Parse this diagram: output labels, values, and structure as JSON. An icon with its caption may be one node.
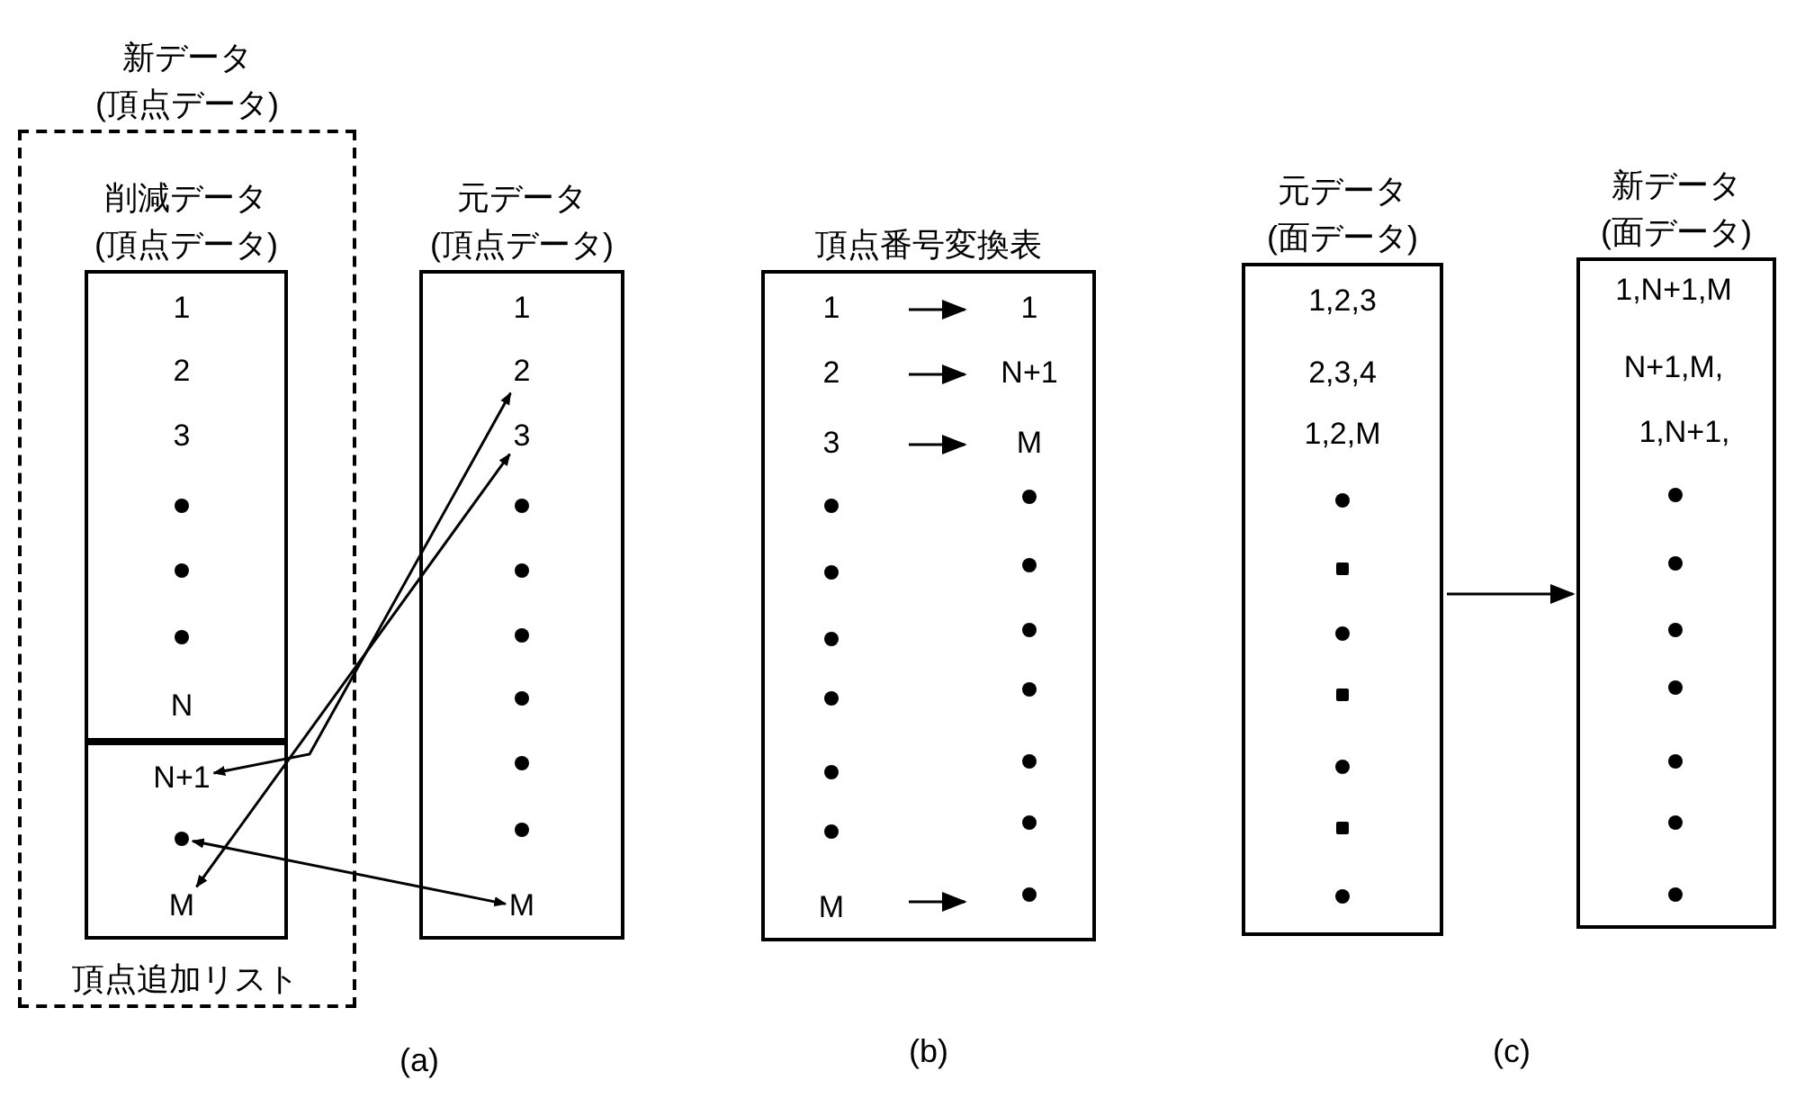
{
  "diagram": {
    "nodes": [
      {
        "text": [
          "新データ (頂点データ)"
        ]
      },
      {
        "text": [
          "削減データ (頂点データ)",
          "1",
          "2",
          "3",
          "N"
        ],
        "in": 0
      },
      {
        "text": [],
        "shape": "box",
        "in": 0,
        "beside": [
          "頂点追加リスト"
        ]
      },
      {
        "text": [
          "N+1"
        ],
        "in": 2
      },
      {
        "text": [],
        "shape": "circle",
        "in": 2
      },
      {
        "text": [
          "M"
        ],
        "in": 2
      },
      {
        "text": [
          "元データ (頂点データ)",
          "1"
        ]
      },
      {
        "text": [
          "2"
        ],
        "in": 6
      },
      {
        "text": [
          "3"
        ],
        "in": 6
      },
      {
        "text": [
          "M"
        ],
        "in": 6
      },
      {
        "text": [
          "頂点番号変換表"
        ]
      },
      {
        "text": [
          "1"
        ],
        "in": 10
      },
      {
        "text": [
          "1"
        ],
        "in": 10
      },
      {
        "text": [
          "2"
        ],
        "in": 10
      },
      {
        "text": [
          "N+1"
        ],
        "in": 10
      },
      {
        "text": [
          "3"
        ],
        "in": 10
      },
      {
        "text": [
          "M"
        ],
        "in": 10
      },
      {
        "text": [
          "M"
        ],
        "in": 10
      },
      {
        "text": [],
        "shape": "circle",
        "in": 10
      },
      {
        "text": [
          "元データ (面データ)",
          "1,2,3",
          "2,3,4",
          "1,2,M"
        ]
      },
      {
        "text": [
          "新データ (面データ)",
          "1,N+1,M",
          "N+1,M,",
          "1,N+1,"
        ]
      }
    ],
    "edges": [
      {
        "from": 7,
        "to": 3,
        "arrow": "both"
      },
      {
        "from": 8,
        "to": 5,
        "arrow": "both"
      },
      {
        "from": 9,
        "to": 4,
        "arrow": "both"
      },
      {
        "from": 11,
        "to": 12,
        "arrow": "to"
      },
      {
        "from": 13,
        "to": 14,
        "arrow": "to"
      },
      {
        "from": 15,
        "to": 16,
        "arrow": "to"
      },
      {
        "from": 17,
        "to": 18,
        "arrow": "to"
      },
      {
        "from": 19,
        "to": 20,
        "arrow": "to"
      }
    ],
    "labels": [
      "(a)",
      "(b)",
      "(c)"
    ]
  }
}
